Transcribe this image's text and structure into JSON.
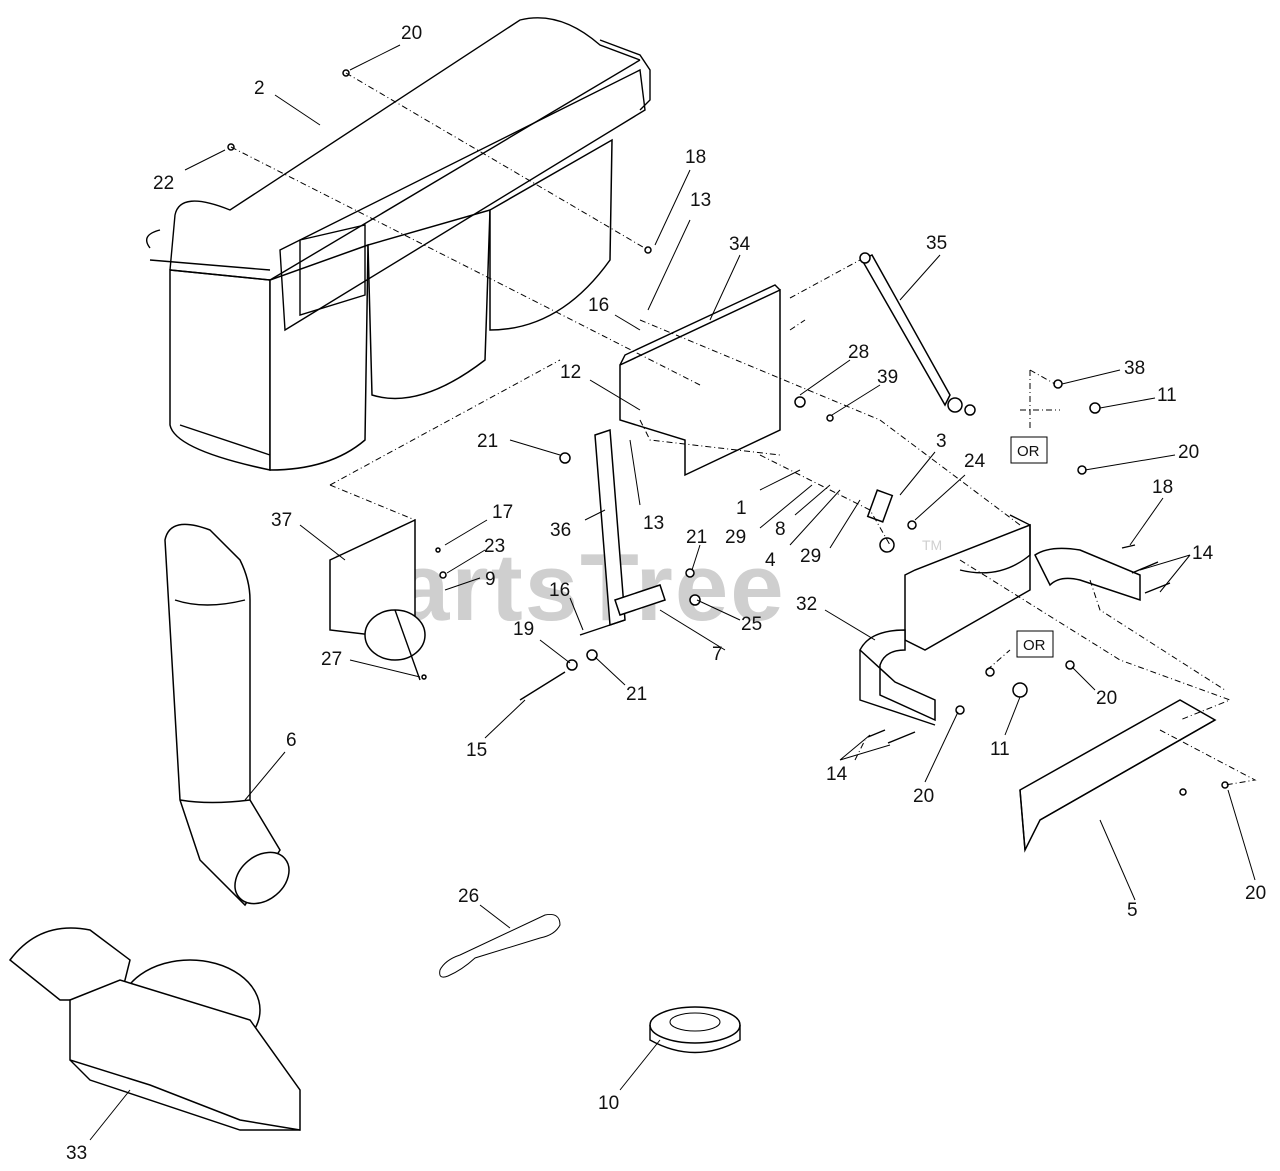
{
  "watermark": {
    "text": "PartsTree",
    "trademark": "TM"
  },
  "or_labels": [
    "OR",
    "OR"
  ],
  "callouts": [
    "20",
    "2",
    "22",
    "18",
    "13",
    "34",
    "35",
    "16",
    "28",
    "39",
    "38",
    "11",
    "12",
    "21",
    "3",
    "24",
    "20",
    "18",
    "14",
    "1",
    "29",
    "8",
    "4",
    "29",
    "37",
    "17",
    "36",
    "13",
    "21",
    "23",
    "9",
    "16",
    "25",
    "7",
    "32",
    "19",
    "21",
    "27",
    "15",
    "6",
    "20",
    "11",
    "14",
    "20",
    "5",
    "20",
    "26",
    "10",
    "33"
  ]
}
